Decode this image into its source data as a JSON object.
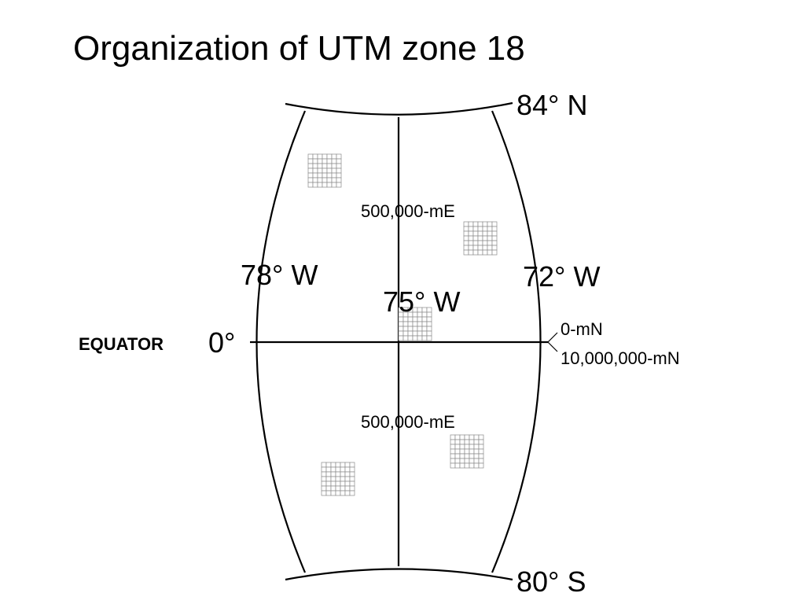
{
  "title": "Organization of UTM zone 18",
  "labels": {
    "north_limit": "84° N",
    "south_limit": "80° S",
    "west_meridian": "78° W",
    "central_meridian": "75° W",
    "east_meridian": "72° W",
    "equator_word": "EQUATOR",
    "equator_degree": "0°",
    "easting_top": "500,000-mE",
    "easting_bottom": "500,000-mE",
    "northing_north": "0-mN",
    "northing_south": "10,000,000-mN"
  },
  "colors": {
    "line": "#000000",
    "grid": "#8a8a8a",
    "background": "#ffffff"
  }
}
